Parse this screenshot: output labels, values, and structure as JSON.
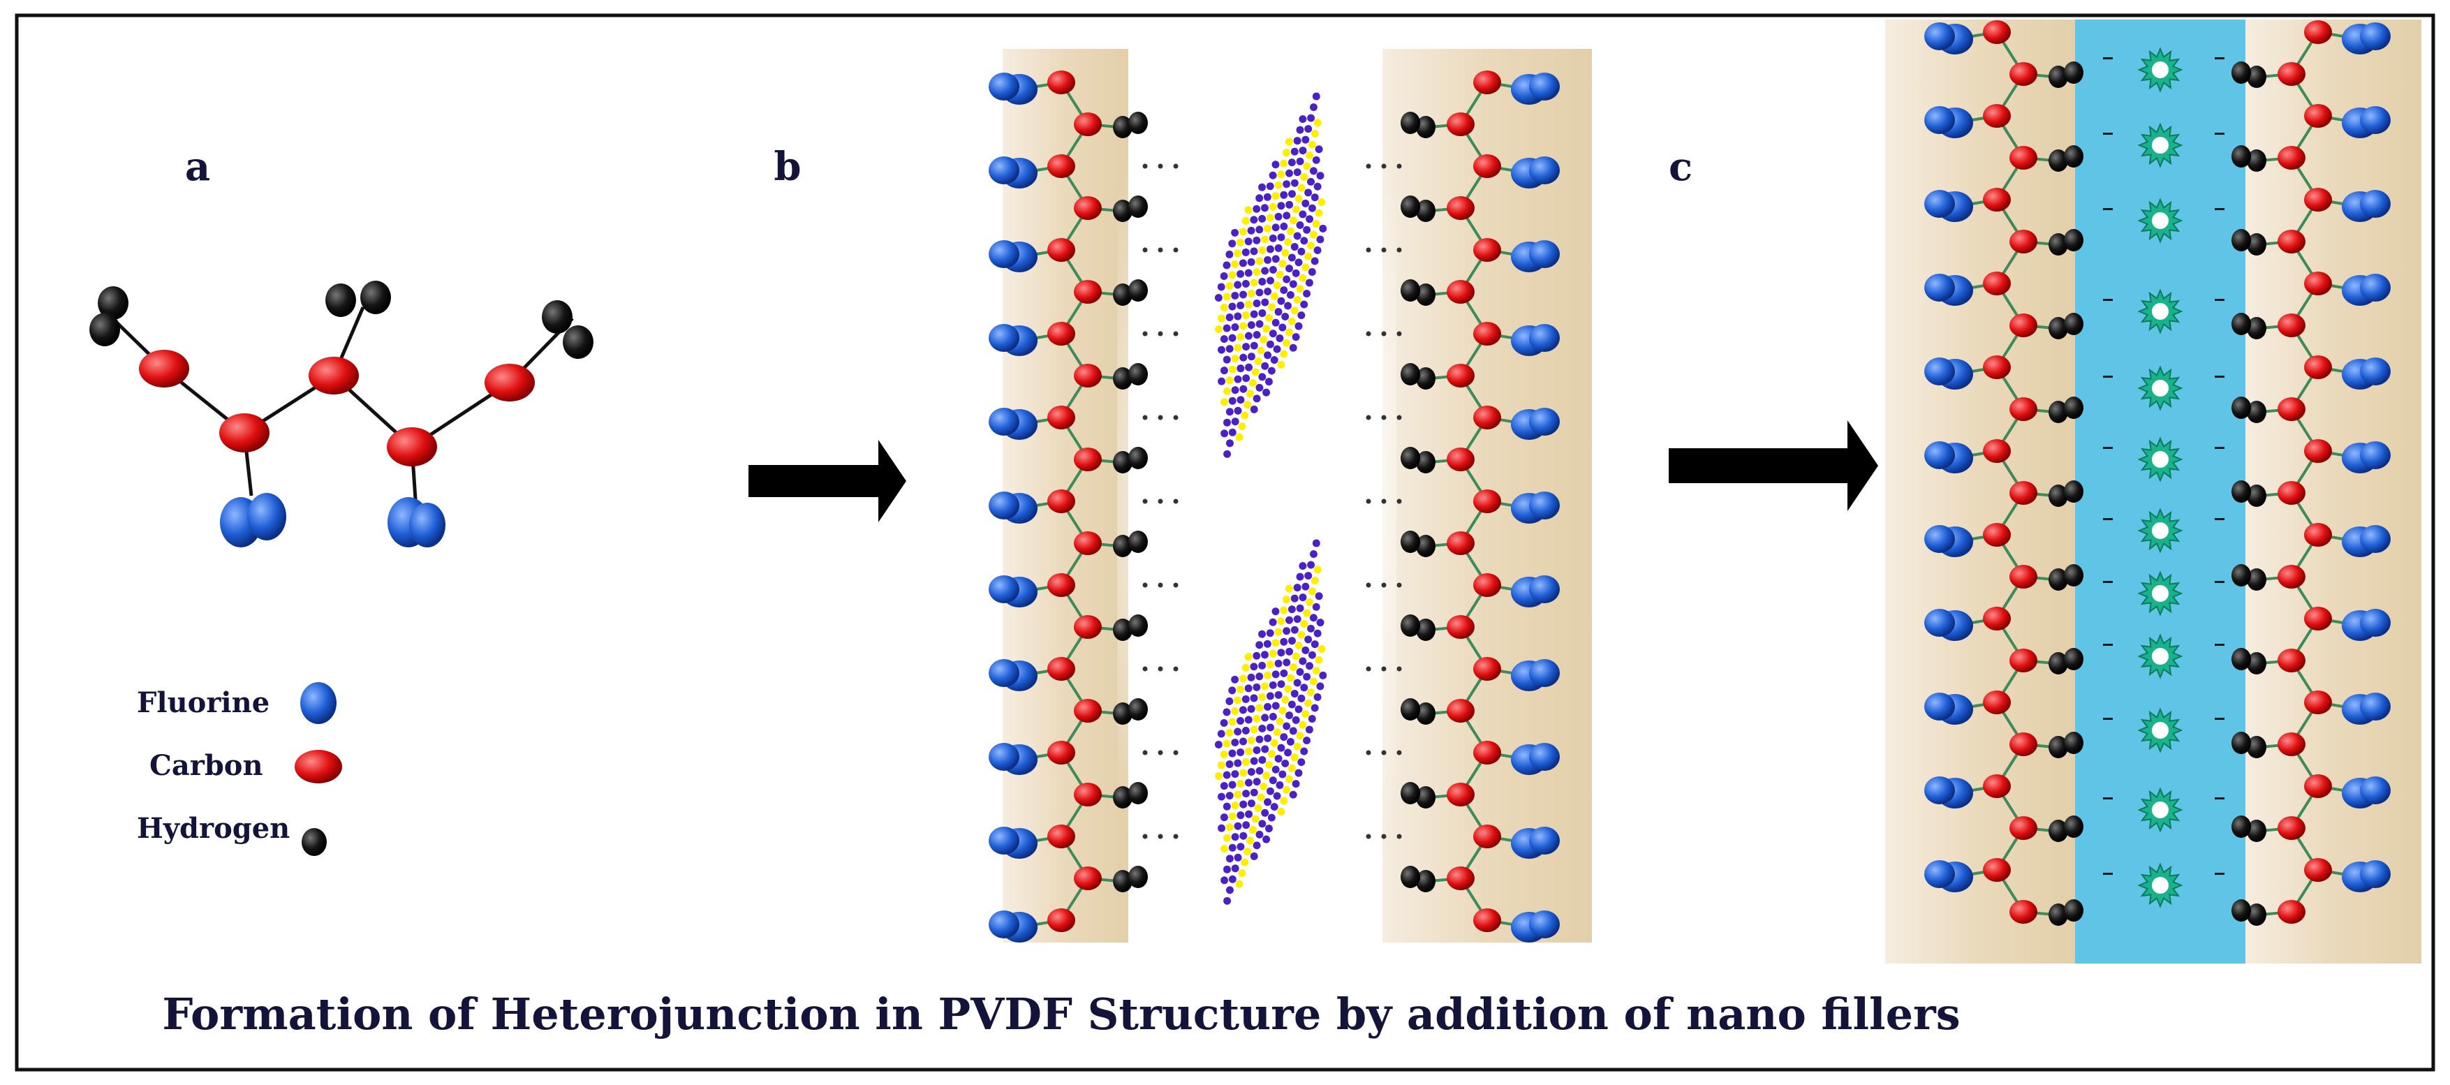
{
  "panels": {
    "a": {
      "label": "a"
    },
    "b": {
      "label": "b"
    },
    "c": {
      "label": "c"
    }
  },
  "legend": [
    {
      "name": "Fluorine",
      "color": "#1f5fd6"
    },
    {
      "name": "Carbon",
      "color": "#e01010"
    },
    {
      "name": "Hydrogen",
      "color": "#111111"
    }
  ],
  "caption": "Formation of Heterojunction in PVDF Structure by addition of nano fillers",
  "colors": {
    "fluorine": "#1f5fd6",
    "carbon": "#e01010",
    "hydrogen": "#111111",
    "bond": "#3f8a5a",
    "background_wood": "#ecdcc0",
    "filler_band": "#5fc4e6",
    "filler_star": "#18b38a",
    "nanosheet_purple": "#4a22c4",
    "nanosheet_yellow": "#ffee00",
    "arrow": "#000000"
  }
}
